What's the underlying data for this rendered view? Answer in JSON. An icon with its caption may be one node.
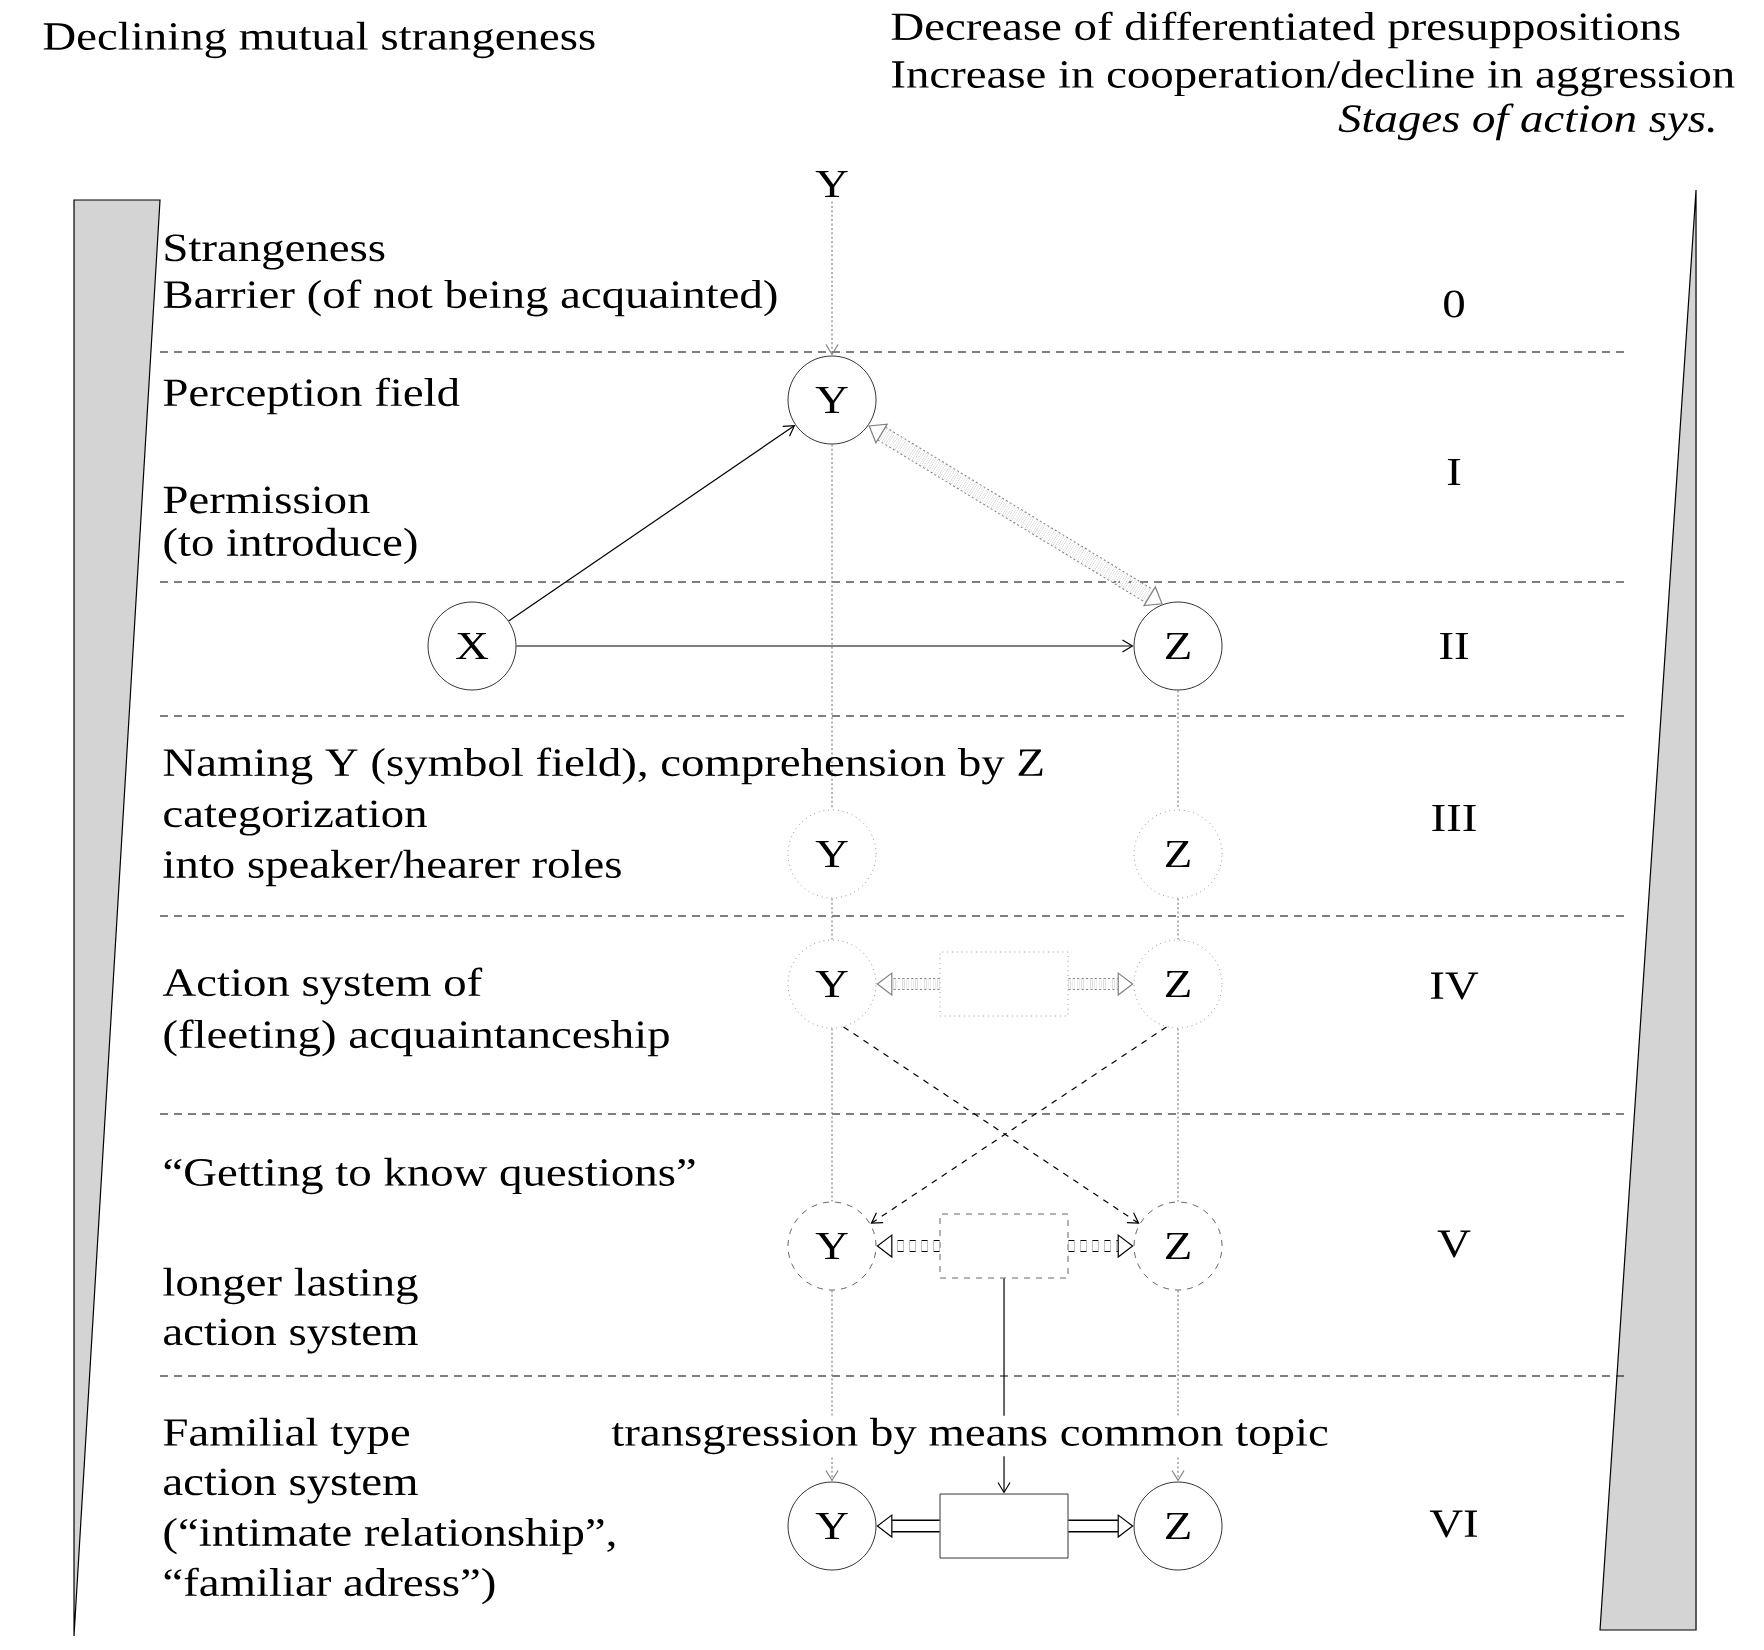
{
  "diagram": {
    "nodes": [
      {
        "text": [
          "Y"
        ]
      },
      {
        "text": [
          "Y"
        ]
      },
      {
        "text": [
          "X"
        ]
      },
      {
        "text": [
          "Z"
        ]
      },
      {
        "text": [
          "Y"
        ]
      },
      {
        "text": [
          "Z"
        ]
      },
      {
        "text": [
          "Y"
        ]
      },
      {
        "text": [],
        "shape": "box"
      },
      {
        "text": [
          "Z"
        ]
      },
      {
        "text": [
          "Y"
        ]
      },
      {
        "text": [],
        "shape": "box"
      },
      {
        "text": [
          "Z"
        ]
      },
      {
        "text": [
          "Y"
        ]
      },
      {
        "text": [],
        "shape": "box"
      },
      {
        "text": [
          "Z"
        ]
      }
    ],
    "edges": [
      {
        "from": 0,
        "to": 1,
        "arrow": "to",
        "style": "dashed",
        "color": "#808080"
      },
      {
        "from": 2,
        "to": 1,
        "arrow": "to",
        "color": "#000000"
      },
      {
        "from": 2,
        "to": 3,
        "arrow": "to",
        "color": "#000000"
      },
      {
        "from": 1,
        "to": 3,
        "arrow": "both",
        "style": "dashed",
        "color": "#808080"
      },
      {
        "from": 1,
        "to": 4,
        "arrow": "none",
        "style": "dashed",
        "color": "#808080"
      },
      {
        "from": 4,
        "to": 6,
        "arrow": "none",
        "style": "dashed",
        "color": "#808080"
      },
      {
        "from": 6,
        "to": 9,
        "arrow": "none",
        "style": "dashed",
        "color": "#808080"
      },
      {
        "from": 9,
        "to": 12,
        "arrow": "to",
        "style": "dashed",
        "color": "#808080"
      },
      {
        "from": 3,
        "to": 5,
        "arrow": "none",
        "style": "dashed",
        "color": "#808080"
      },
      {
        "from": 5,
        "to": 8,
        "arrow": "none",
        "style": "dashed",
        "color": "#808080"
      },
      {
        "from": 8,
        "to": 11,
        "arrow": "none",
        "style": "dashed",
        "color": "#808080"
      },
      {
        "from": 11,
        "to": 14,
        "arrow": "to",
        "style": "dashed",
        "color": "#808080"
      },
      {
        "from": 7,
        "to": 6,
        "arrow": "to",
        "style": "dashed",
        "color": "#808080"
      },
      {
        "from": 7,
        "to": 8,
        "arrow": "to",
        "style": "dashed",
        "color": "#808080"
      },
      {
        "from": 6,
        "to": 11,
        "arrow": "to",
        "style": "dashed",
        "color": "#000000"
      },
      {
        "from": 8,
        "to": 9,
        "arrow": "to",
        "style": "dashed",
        "color": "#000000"
      },
      {
        "from": 10,
        "to": 9,
        "arrow": "to",
        "style": "dashed",
        "color": "#000000"
      },
      {
        "from": 10,
        "to": 11,
        "arrow": "to",
        "style": "dashed",
        "color": "#000000"
      },
      {
        "from": 10,
        "to": 13,
        "arrow": "to",
        "label": "transgression by means common topic",
        "color": "#000000"
      },
      {
        "from": 13,
        "to": 12,
        "arrow": "to",
        "style": "thick",
        "color": "#000000"
      },
      {
        "from": 13,
        "to": 14,
        "arrow": "to",
        "style": "thick",
        "color": "#000000"
      }
    ],
    "labels": [
      "Declining mutual strangeness",
      "Decrease of differentiated presuppositions",
      "Increase in cooperation/decline in aggression",
      "Stages of action sys.",
      "Strangeness",
      "Barrier (of not being acquainted)",
      "0",
      "Perception field",
      "Permission",
      "(to introduce)",
      "I",
      "II",
      "Naming Y (symbol field), comprehension by Z",
      "categorization",
      "into speaker/hearer roles",
      "III",
      "Action system of",
      "(fleeting) acquaintanceship",
      "IV",
      "“Getting to know questions”",
      "longer lasting",
      "action system",
      "V",
      "Familial type",
      "action system",
      "(“intimate relationship”,",
      "“familiar adress”)",
      "VI"
    ]
  }
}
